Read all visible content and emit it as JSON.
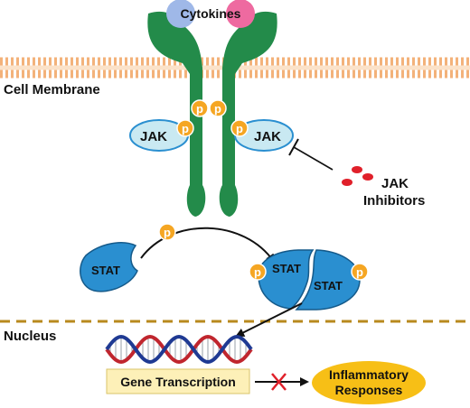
{
  "labels": {
    "cytokines": "Cytokines",
    "cell_membrane": "Cell Membrane",
    "jak": "JAK",
    "phospho": "p",
    "inhibitor_line1": "JAK",
    "inhibitor_line2": "Inhibitors",
    "stat": "STAT",
    "nucleus": "Nucleus",
    "gene_transcription": "Gene Transcription",
    "responses_line1": "Inflammatory",
    "responses_line2": "Responses"
  },
  "colors": {
    "receptor": "#238b4a",
    "jak": "#c9e9f2",
    "phospho": "#f5a623",
    "stat": "#2a8fd0",
    "inhibitor": "#e0202a",
    "membrane": "#f3b27a",
    "nucleus_line": "#b88a1e",
    "gene_box": "#fdf0b8",
    "responses": "#f7bf16",
    "block_x": "#e0202a",
    "cytokine_left": "#9fb8e8",
    "cytokine_right": "#ee6aa0",
    "dna_strand_1": "#c0262e",
    "dna_strand_2": "#1f3a93"
  }
}
